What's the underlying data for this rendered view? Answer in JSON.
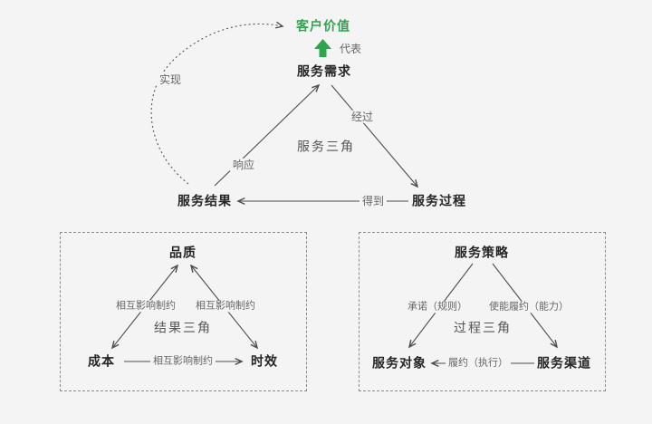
{
  "colors": {
    "background": "#f4f4f4",
    "accent_green": "#2ea44f",
    "line": "#4d4d4d",
    "text_dark": "#252525",
    "text_gray": "#666666"
  },
  "service_triangle": {
    "customer_value_label": "客户价值",
    "represents_label": "代表",
    "realize_label": "实现",
    "center_label": "服务三角",
    "node_demand": "服务需求",
    "node_result": "服务结果",
    "node_process": "服务过程",
    "edge_respond": "响应",
    "edge_through": "经过",
    "edge_obtain": "得到"
  },
  "result_triangle": {
    "center_label": "结果三角",
    "node_quality": "品质",
    "node_cost": "成本",
    "node_timeliness": "时效",
    "edge_mutual": "相互影响制约"
  },
  "process_triangle": {
    "center_label": "过程三角",
    "node_strategy": "服务策略",
    "node_target": "服务对象",
    "node_channel": "服务渠道",
    "edge_commitment": "承诺（规则）",
    "edge_enable": "使能履约（能力）",
    "edge_fulfillment": "履约（执行）"
  }
}
